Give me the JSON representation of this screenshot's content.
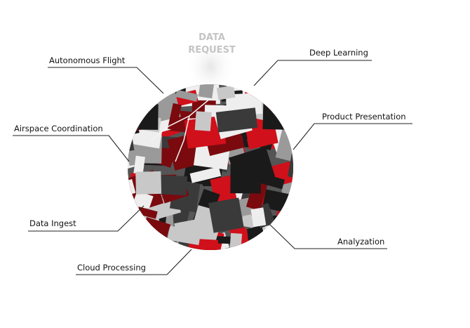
{
  "center": {
    "line1": "DATA",
    "line2": "REQUEST"
  },
  "labels": {
    "autonomous_flight": "Autonomous Flight",
    "deep_learning": "Deep Learning",
    "airspace_coordination": "Airspace Coordination",
    "product_presentation": "Product Presentation",
    "data_ingest": "Data Ingest",
    "analyzation": "Analyzation",
    "cloud_processing": "Cloud Processing"
  },
  "colors": {
    "red": "#d0101a",
    "dark_red": "#7a0a0e",
    "black": "#1a1a1a",
    "grey": "#9a9a9a",
    "white": "#eeeeee",
    "request_text": "#c4c4c4"
  }
}
